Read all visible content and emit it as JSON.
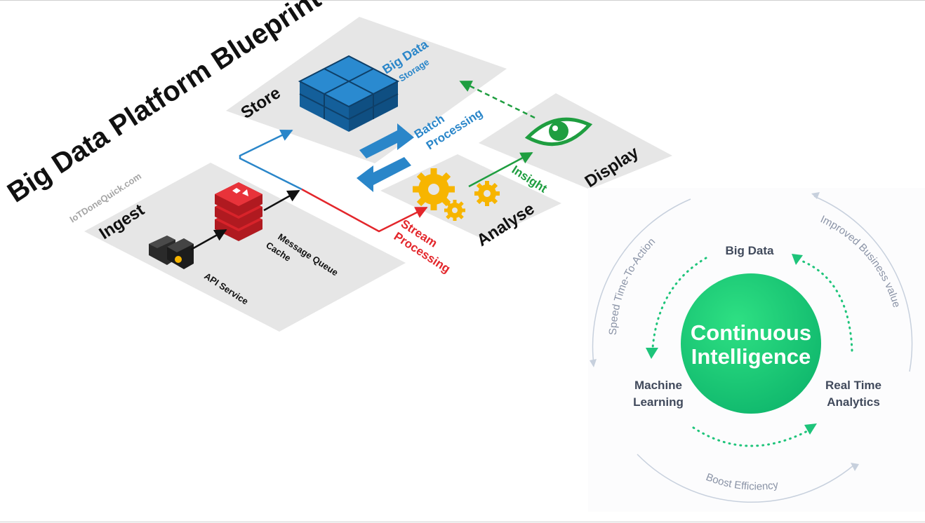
{
  "blueprint": {
    "title": "Big Data Platform Blueprint",
    "watermark": "IoTDoneQuick.com",
    "stages": {
      "ingest": "Ingest",
      "store": "Store",
      "analyse": "Analyse",
      "display": "Display"
    },
    "labels": {
      "big_data": "Big Data",
      "storage": "Storage",
      "batch_line1": "Batch",
      "batch_line2": "Processing",
      "insight": "Insight",
      "stream_line1": "Stream",
      "stream_line2": "Processing",
      "mq_line1": "Message Queue",
      "mq_line2": "Cache",
      "api_service": "API Service"
    },
    "colors": {
      "panel": "#e6e6e6",
      "cube": "#1f74b8",
      "redis": "#d8232a",
      "gear": "#f7b500",
      "insight": "#1f9e40",
      "stream": "#e3262b",
      "batch": "#2a86c9"
    }
  },
  "continuous_intelligence": {
    "center_line1": "Continuous",
    "center_line2": "Intelligence",
    "nodes": {
      "top": "Big Data",
      "left_line1": "Machine",
      "left_line2": "Learning",
      "right_line1": "Real Time",
      "right_line2": "Analytics"
    },
    "outer": {
      "left": "Speed Time-To-Action",
      "right": "Improved Business value",
      "bottom": "Boost Efficiency"
    },
    "colors": {
      "circle_start": "#2ee083",
      "circle_end": "#10b86d",
      "dots": "#1ec47a",
      "node_text": "#414a5c",
      "outer_text": "#8a93a6",
      "outer_arc": "#c7d0dd"
    }
  }
}
